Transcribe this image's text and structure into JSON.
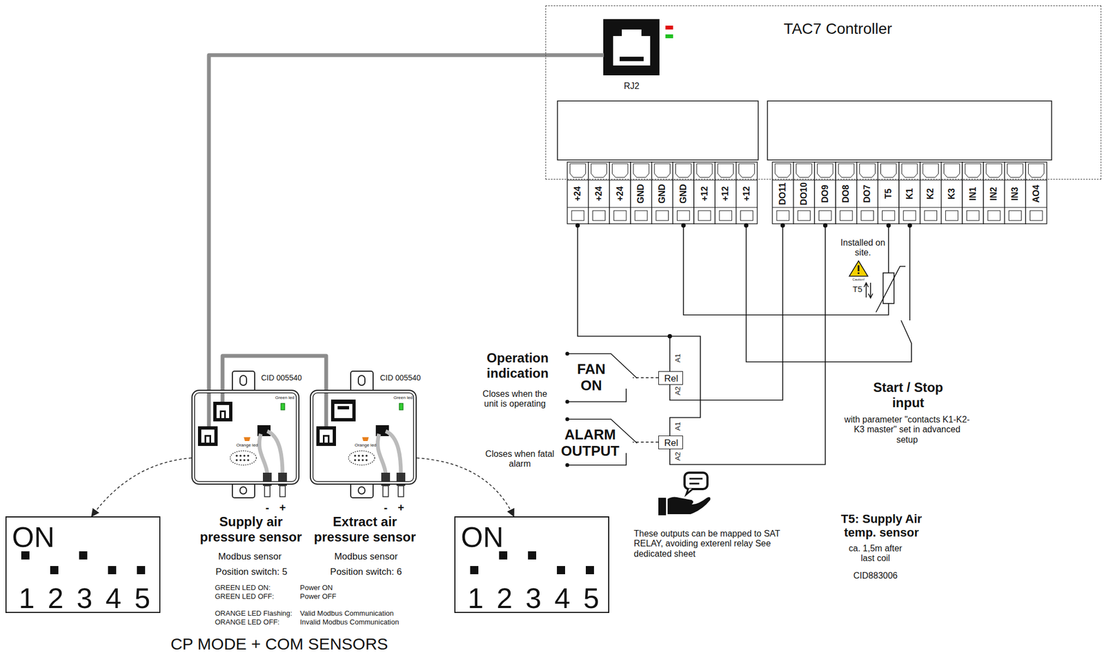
{
  "diagram": {
    "caption": "CP MODE + COM SENSORS",
    "nodes": [
      {
        "text": [
          "TAC7 Controller"
        ]
      },
      {
        "text": [
          "RJ2"
        ],
        "in": 0
      },
      {
        "text": [
          "CID 005540",
          "Supply air pressure sensor"
        ]
      },
      {
        "text": [
          "CID 005540",
          "Extract air pressure sensor"
        ]
      },
      {
        "text": [
          "ON",
          "1",
          "2",
          "3",
          "4",
          "5"
        ]
      },
      {
        "text": [
          "ON",
          "1",
          "2",
          "3",
          "4",
          "5"
        ]
      },
      {
        "text": [
          "Rel"
        ]
      },
      {
        "text": [
          "Rel"
        ]
      }
    ],
    "edges": [
      {
        "from": 1,
        "to": 2,
        "arrow": "none"
      },
      {
        "from": 2,
        "to": 3,
        "arrow": "none"
      },
      {
        "from": 2,
        "to": 4,
        "arrow": "to"
      },
      {
        "from": 3,
        "to": 5,
        "arrow": "to"
      }
    ],
    "labels": [
      "+24",
      "+24",
      "+24",
      "GND",
      "GND",
      "GND",
      "+12",
      "+12",
      "+12",
      "DO11",
      "DO10",
      "DO9",
      "DO8",
      "DO7",
      "T5",
      "K1",
      "K2",
      "K3",
      "IN1",
      "IN2",
      "IN3",
      "AO4",
      "Installed on site.",
      "Caution!",
      "T5",
      "A1",
      "A2",
      "A1",
      "A2",
      "Operation indication",
      "Closes when the unit is operating",
      "FAN ON",
      "ALARM OUTPUT",
      "Closes when fatal alarm",
      "These outputs can be mapped to SAT RELAY, avoiding exterenl relay See dedicated sheet",
      "Start / Stop input",
      "with parameter \"contacts K1-K2-K3 master\" set in advanced setup",
      "T5: Supply Air temp. sensor",
      "ca. 1,5m after last coil",
      "CID883006",
      "Modbus sensor",
      "Position switch: 5",
      "Modbus sensor",
      "Position switch: 6",
      "GREEN LED ON:",
      "Power ON",
      "GREEN LED OFF:",
      "Power OFF",
      "ORANGE LED Flashing:",
      "Valid Modbus Communication",
      "ORANGE LED OFF:",
      "Invalid Modbus Communication",
      "Green led",
      "Orange led",
      "Green led",
      "Orange led",
      "-",
      "+",
      "-",
      "+"
    ]
  }
}
